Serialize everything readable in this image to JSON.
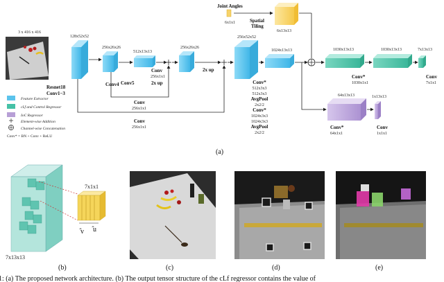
{
  "network": {
    "input_size": "3 x 416 x 416",
    "backbone_label_1": "Resnet18",
    "backbone_label_2": "Conv1−3",
    "t1_size": "128x52x52",
    "t2_size": "256x26x26",
    "t2_label": "Conv4",
    "t3_size": "512x13x13",
    "t3_label": "Conv5",
    "up1_conv": "Conv",
    "up1_conv_size": "256x1x1",
    "up1_label": "2x up",
    "t4_size": "256x26x26",
    "up2_label": "2x up",
    "skip1_conv": "Conv",
    "skip1_size": "256x1x1",
    "skip2_conv": "Conv",
    "skip2_size": "256x1x1",
    "t5_size": "256x52x52",
    "t6_size": "1024x13x13",
    "block_lines": [
      "Conv*",
      "512x3x3",
      "512x3x3",
      "AvgPool",
      "2x2/2",
      "Conv*",
      "1024x3x3",
      "1024x3x3",
      "AvgPool",
      "2x2/2"
    ],
    "joint_title": "Joint Angles",
    "joint_size": "6x1x1",
    "tiling_1": "Spatial",
    "tiling_2": "Tiling",
    "tiled_size": "6x13x13",
    "c1_size": "1030x13x13",
    "c2_size": "1030x13x13",
    "c_conv": "Conv*",
    "c_conv_size": "1030x1x1",
    "c3_size": "7x13x13",
    "c3_conv": "Conv",
    "c3_conv_size": "7x1x1",
    "p1_size": "64x13x13",
    "p1_conv": "Conv*",
    "p1_conv_size": "64x1x1",
    "p2_size": "1x13x13",
    "p2_conv": "Conv",
    "p2_conv_size": "1x1x1"
  },
  "legend": {
    "items": [
      "Feature Extractor",
      "cLf and Control Regressor",
      "IoC Regressor",
      "Element-wise Addition",
      "Channel-wise Concatenation"
    ],
    "note": "Conv* = BN + Conv + ReLU"
  },
  "panels": {
    "a": "(a)",
    "b": "(b)",
    "c": "(c)",
    "d": "(d)",
    "e": "(e)"
  },
  "tensor": {
    "size_top": "7x1x1",
    "size_bottom": "7x13x13",
    "v_label": "̂v",
    "u_label": "̂u"
  },
  "caption": "1: (a) The proposed network architecture. (b) The output tensor structure of the cLf regressor contains the value of",
  "colors": {
    "feature": "#5bc3ec",
    "regressor": "#45c1a6",
    "ioc": "#b79fd6",
    "joint": "#f7d36a"
  }
}
